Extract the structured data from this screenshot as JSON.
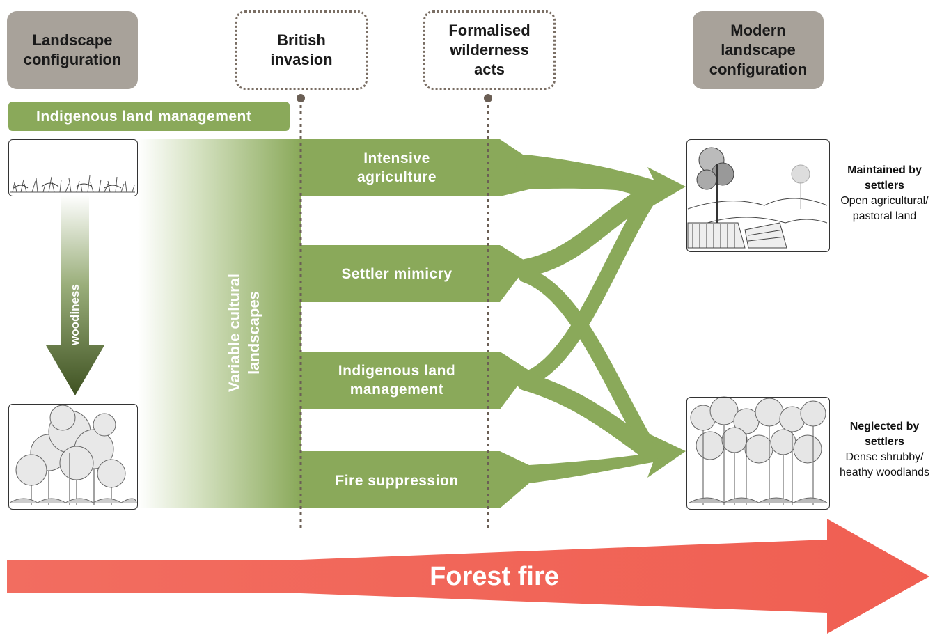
{
  "header": {
    "landscape_config": "Landscape configuration",
    "british_invasion": "British invasion",
    "wilderness_acts": "Formalised wilderness acts",
    "modern_config": "Modern landscape configuration"
  },
  "indigenous_bar": "Indigenous land management",
  "woodiness_label": "woodiness",
  "variable_label": "Variable cultural landscapes",
  "pathways": [
    {
      "label": "Intensive agriculture"
    },
    {
      "label": "Settler mimicry"
    },
    {
      "label": "Indigenous land management"
    },
    {
      "label": "Fire suppression"
    }
  ],
  "outcomes": {
    "top": {
      "title": "Maintained by settlers",
      "desc": "Open agricultural/ pastoral land"
    },
    "bottom": {
      "title": "Neglected by settlers",
      "desc": "Dense shrubby/ heathy woodlands"
    }
  },
  "fire_label": "Forest fire",
  "colors": {
    "green": "#8aa95a",
    "dark_green": "#4a5e2a",
    "grey": "#a8a29a",
    "fire": "#f16b5e"
  }
}
